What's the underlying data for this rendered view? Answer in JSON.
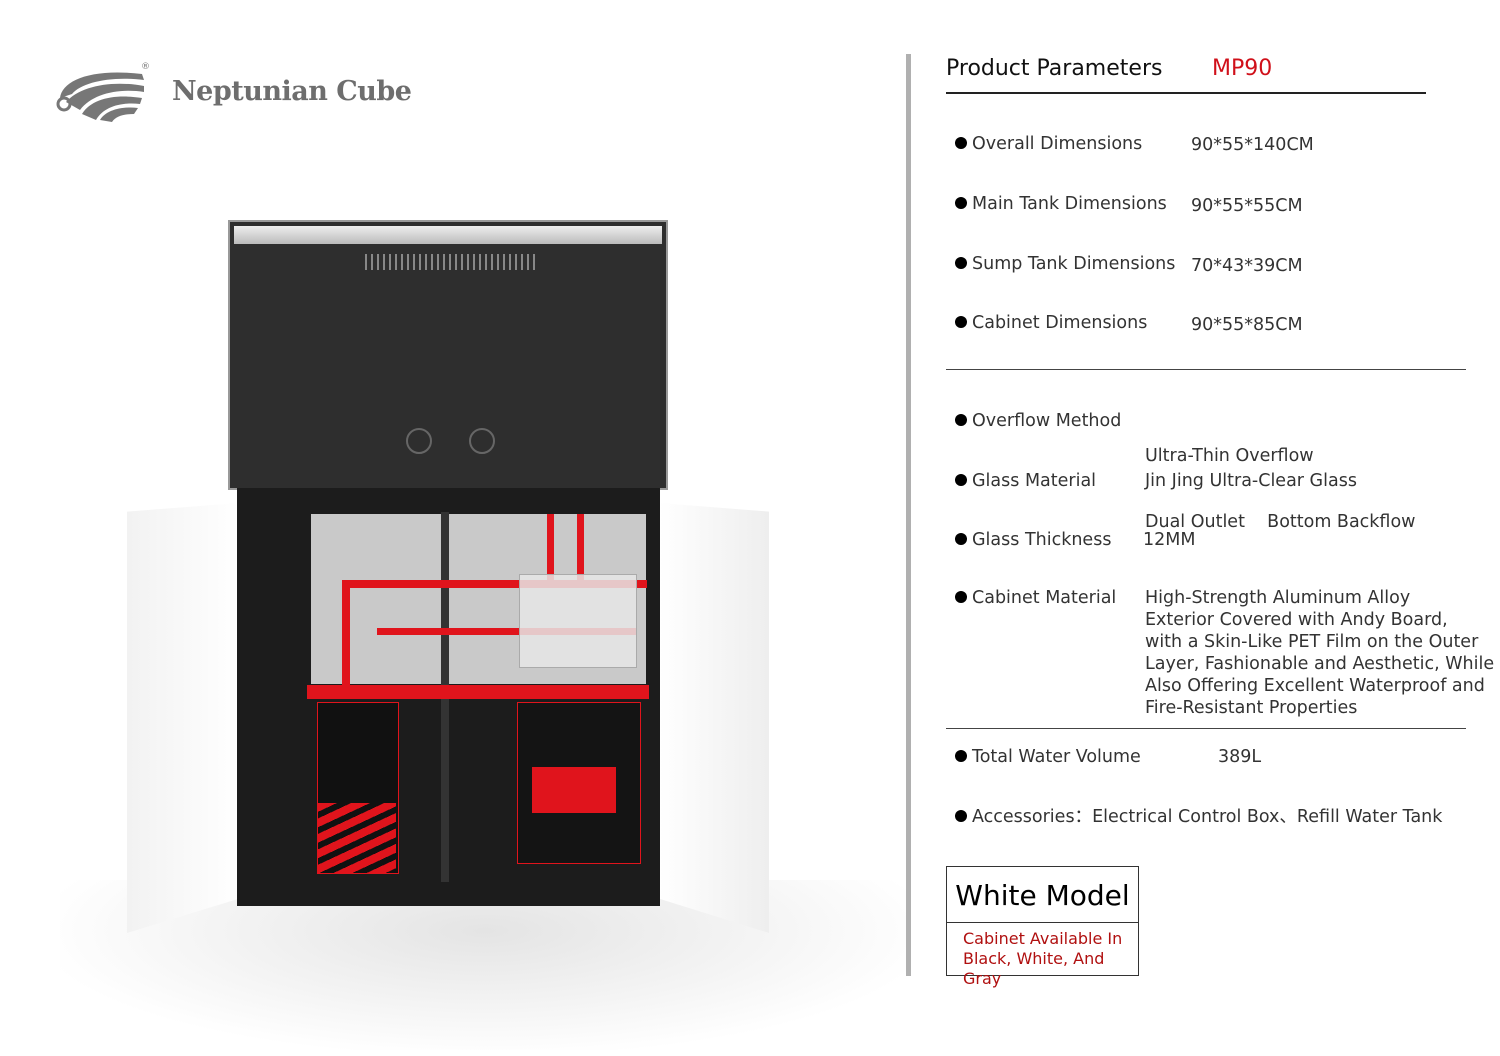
{
  "brand": {
    "name": "Neptunian Cube",
    "registered": "®",
    "product_print": "Neptunian Cube"
  },
  "header": {
    "title": "Product Parameters",
    "model": "MP90"
  },
  "dimensions": [
    {
      "label": "Overall Dimensions",
      "value": "90*55*140CM"
    },
    {
      "label": "Main Tank Dimensions",
      "value": "90*55*55CM"
    },
    {
      "label": "Sump Tank Dimensions",
      "value": "70*43*39CM"
    },
    {
      "label": "Cabinet Dimensions",
      "value": "90*55*85CM"
    }
  ],
  "specs": [
    {
      "label": "Overflow Method",
      "value": [
        "Ultra-Thin Overflow",
        "Dual Outlet    Bottom Backflow"
      ]
    },
    {
      "label": "Glass Material",
      "value": [
        "Jin Jing Ultra-Clear Glass"
      ]
    },
    {
      "label": "Glass Thickness",
      "value": [
        "12MM"
      ]
    },
    {
      "label": "Cabinet Material",
      "value": [
        "High-Strength Aluminum Alloy",
        "Exterior Covered with Andy Board,",
        "with a Skin-Like PET Film on the Outer",
        "Layer, Fashionable and Aesthetic, While",
        "Also Offering Excellent Waterproof and",
        "Fire-Resistant Properties"
      ]
    }
  ],
  "volume": {
    "label": "Total Water Volume",
    "value": "389L"
  },
  "accessories": {
    "label": "Accessories：",
    "value": "Electrical Control Box、Refill Water Tank"
  },
  "variant": {
    "title": "White Model",
    "note": [
      "Cabinet Available In",
      "Black, White, And Gray"
    ]
  },
  "colors": {
    "accent": "#d0101a",
    "note": "#b01010",
    "pipe": "#e0141c"
  }
}
